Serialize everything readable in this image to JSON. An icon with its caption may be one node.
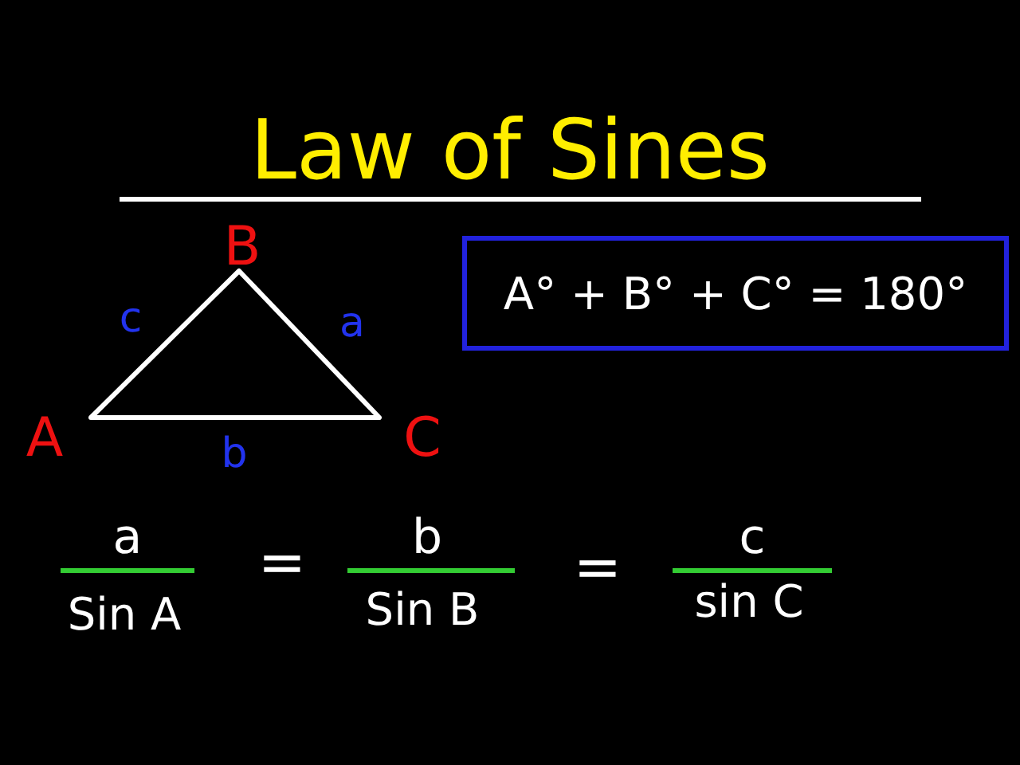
{
  "diagram": {
    "title": "Law of Sines",
    "nodes": [
      {
        "text": [
          "A° + B° + C° = 180°"
        ]
      }
    ],
    "labels": [
      "B",
      "c",
      "a",
      "A",
      "b",
      "C",
      "a",
      "Sin A",
      "=",
      "b",
      "Sin B",
      "=",
      "c",
      "sin C"
    ]
  }
}
